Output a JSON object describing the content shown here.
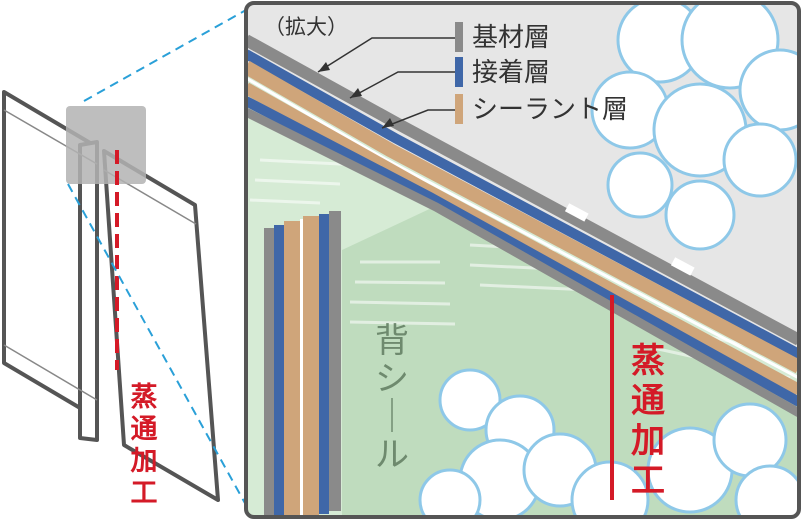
{
  "zoom_label": "（拡大）",
  "legend": [
    {
      "label": "基材層",
      "color": "#8a8a8a"
    },
    {
      "label": "接着層",
      "color": "#3f67a8"
    },
    {
      "label": "シーラント層",
      "color": "#cfa57a"
    }
  ],
  "back_seal_label": "背シール",
  "steam_label_chars": [
    "蒸",
    "通",
    "加",
    "工"
  ],
  "colors": {
    "steam_line": "#d41a27",
    "panel_green": "#d6ebd5",
    "frame": "#5a5a5a"
  }
}
